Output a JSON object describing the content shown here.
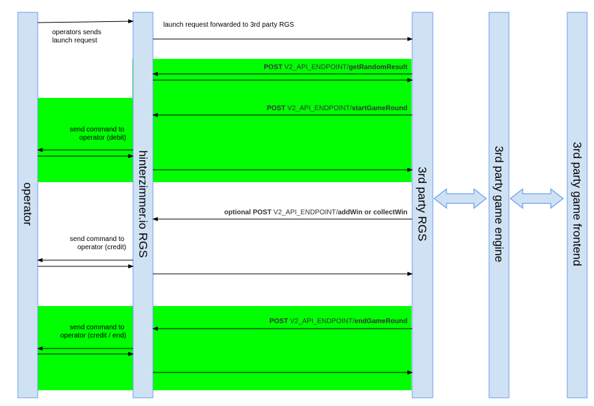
{
  "colors": {
    "background": "#ffffff",
    "highlight": "#00ff00",
    "lifeline_fill": "#cfe2f3",
    "lifeline_stroke": "#6d9eeb",
    "arrow": "#000000"
  },
  "lifelines": {
    "operator": "operator",
    "rgs": "hinterzimmer.io RGS",
    "third_party_rgs": "3rd party RGS",
    "engine": "3rd party game engine",
    "frontend": "3rd party game frontend"
  },
  "messages": {
    "launch_request": [
      "operators sends",
      "launch request"
    ],
    "forwarded": "launch request forwarded to 3rd party RGS",
    "debit": [
      "send command to",
      "operator (debit)"
    ],
    "credit": [
      "send command to",
      "operator (credit)"
    ],
    "credit_end": [
      "send command to",
      "operator (credit / end)"
    ]
  },
  "api_calls": {
    "get_random": {
      "method": "POST",
      "base": " V2_API_ENDPOINT/",
      "name": "getRandomResult"
    },
    "start_round": {
      "method": "POST",
      "base": " V2_API_ENDPOINT/",
      "name": "startGameRound"
    },
    "add_win": {
      "prefix": "optional ",
      "method": "POST",
      "base": " V2_API_ENDPOINT/",
      "name": "addWin or collectWin"
    },
    "end_round": {
      "method": "POST",
      "base": " V2_API_ENDPOINT/",
      "name": "endGameRound"
    }
  },
  "icons": {
    "connector_1": "double-arrow-icon",
    "connector_2": "double-arrow-icon"
  }
}
